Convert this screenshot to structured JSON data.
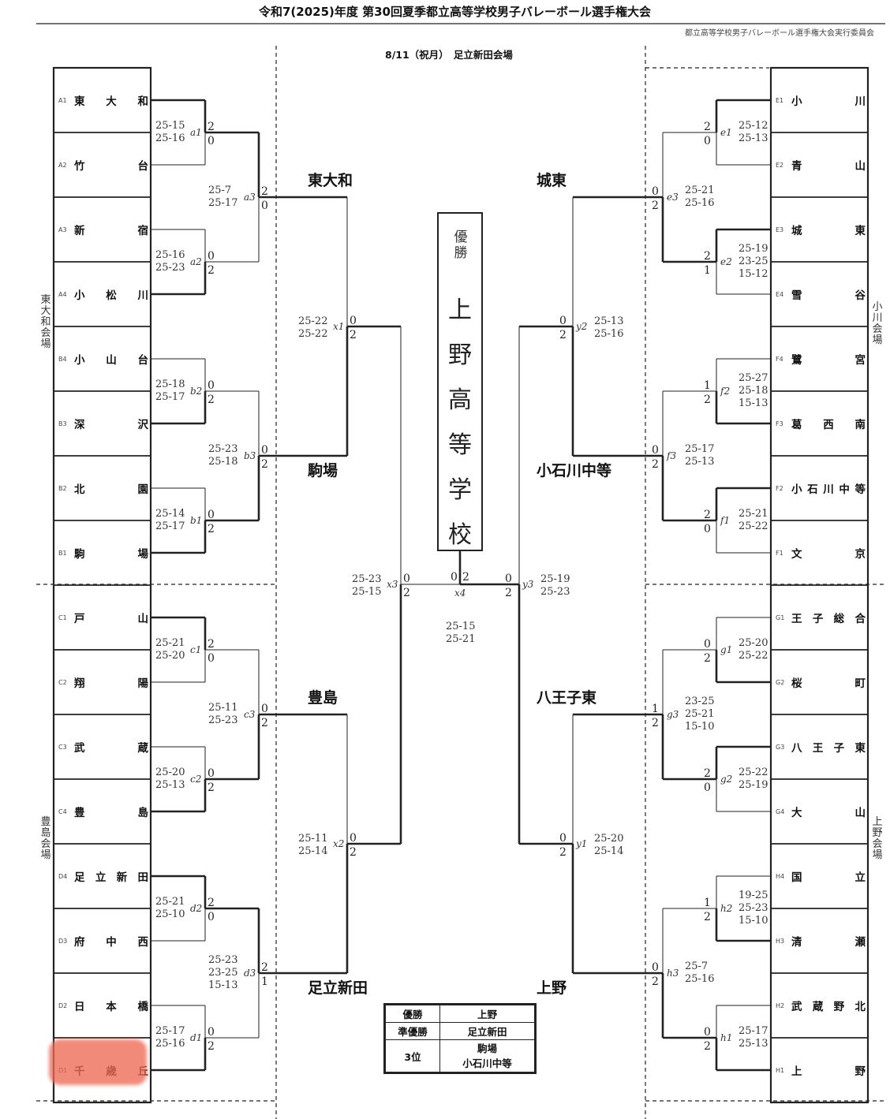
{
  "header": {
    "title": "令和7(2025)年度 第30回夏季都立高等学校男子バレーボール選手権大会",
    "organizer": "都立高等学校男子バレーボール選手権大会実行委員会",
    "date_venue": "8/11（祝月）　足立新田会場"
  },
  "venues": {
    "left_top": "東大和会場",
    "left_bottom": "豊島会場",
    "right_top": "小川会場",
    "right_bottom": "上野会場"
  },
  "left_teams": [
    {
      "code": "A1",
      "name": "東大和"
    },
    {
      "code": "A2",
      "name": "竹台"
    },
    {
      "code": "A3",
      "name": "新宿"
    },
    {
      "code": "A4",
      "name": "小松川"
    },
    {
      "code": "B4",
      "name": "小山台"
    },
    {
      "code": "B3",
      "name": "深沢"
    },
    {
      "code": "B2",
      "name": "北園"
    },
    {
      "code": "B1",
      "name": "駒場"
    },
    {
      "code": "C1",
      "name": "戸山"
    },
    {
      "code": "C2",
      "name": "翔陽"
    },
    {
      "code": "C3",
      "name": "武蔵"
    },
    {
      "code": "C4",
      "name": "豊島"
    },
    {
      "code": "D4",
      "name": "足立新田"
    },
    {
      "code": "D3",
      "name": "府中西"
    },
    {
      "code": "D2",
      "name": "日本橋"
    },
    {
      "code": "D1",
      "name": "千歳丘"
    }
  ],
  "right_teams": [
    {
      "code": "E1",
      "name": "小川"
    },
    {
      "code": "E2",
      "name": "青山"
    },
    {
      "code": "E3",
      "name": "城東"
    },
    {
      "code": "E4",
      "name": "雪谷"
    },
    {
      "code": "F4",
      "name": "鷺宮"
    },
    {
      "code": "F3",
      "name": "葛西南"
    },
    {
      "code": "F2",
      "name": "小石川中等"
    },
    {
      "code": "F1",
      "name": "文京"
    },
    {
      "code": "G1",
      "name": "王子総合"
    },
    {
      "code": "G2",
      "name": "桜町"
    },
    {
      "code": "G3",
      "name": "八王子東"
    },
    {
      "code": "G4",
      "name": "大山"
    },
    {
      "code": "H4",
      "name": "国立"
    },
    {
      "code": "H3",
      "name": "清瀬"
    },
    {
      "code": "H2",
      "name": "武蔵野北"
    },
    {
      "code": "H1",
      "name": "上野"
    }
  ],
  "round1": [
    {
      "id": "a1",
      "sets": [
        "25-15",
        "25-16"
      ],
      "top": "2",
      "bottom": "0"
    },
    {
      "id": "a2",
      "sets": [
        "25-16",
        "25-23"
      ],
      "top": "0",
      "bottom": "2"
    },
    {
      "id": "b2",
      "sets": [
        "25-18",
        "25-17"
      ],
      "top": "0",
      "bottom": "2"
    },
    {
      "id": "b1",
      "sets": [
        "25-14",
        "25-17"
      ],
      "top": "0",
      "bottom": "2"
    },
    {
      "id": "c1",
      "sets": [
        "25-21",
        "25-20"
      ],
      "top": "2",
      "bottom": "0"
    },
    {
      "id": "c2",
      "sets": [
        "25-20",
        "25-13"
      ],
      "top": "0",
      "bottom": "2"
    },
    {
      "id": "d2",
      "sets": [
        "25-21",
        "25-10"
      ],
      "top": "2",
      "bottom": "0"
    },
    {
      "id": "d1",
      "sets": [
        "25-17",
        "25-16"
      ],
      "top": "0",
      "bottom": "2"
    },
    {
      "id": "e1",
      "sets": [
        "25-12",
        "25-13"
      ],
      "top": "2",
      "bottom": "0"
    },
    {
      "id": "e2",
      "sets": [
        "25-19",
        "23-25",
        "15-12"
      ],
      "top": "2",
      "bottom": "1"
    },
    {
      "id": "f2",
      "sets": [
        "25-27",
        "25-18",
        "15-13"
      ],
      "top": "1",
      "bottom": "2"
    },
    {
      "id": "f1",
      "sets": [
        "25-21",
        "25-22"
      ],
      "top": "2",
      "bottom": "0"
    },
    {
      "id": "g1",
      "sets": [
        "25-20",
        "25-22"
      ],
      "top": "0",
      "bottom": "2"
    },
    {
      "id": "g2",
      "sets": [
        "25-22",
        "25-19"
      ],
      "top": "2",
      "bottom": "0"
    },
    {
      "id": "h2",
      "sets": [
        "19-25",
        "25-23",
        "15-10"
      ],
      "top": "1",
      "bottom": "2"
    },
    {
      "id": "h1",
      "sets": [
        "25-17",
        "25-13"
      ],
      "top": "0",
      "bottom": "2"
    }
  ],
  "round2": [
    {
      "id": "a3",
      "sets": [
        "25-7",
        "25-17"
      ],
      "top": "2",
      "bottom": "0"
    },
    {
      "id": "b3",
      "sets": [
        "25-23",
        "25-18"
      ],
      "top": "0",
      "bottom": "2"
    },
    {
      "id": "c3",
      "sets": [
        "25-11",
        "25-23"
      ],
      "top": "0",
      "bottom": "2"
    },
    {
      "id": "d3",
      "sets": [
        "25-23",
        "23-25",
        "15-13"
      ],
      "top": "2",
      "bottom": "1"
    },
    {
      "id": "e3",
      "sets": [
        "25-21",
        "25-16"
      ],
      "top": "0",
      "bottom": "2"
    },
    {
      "id": "f3",
      "sets": [
        "25-17",
        "25-13"
      ],
      "top": "0",
      "bottom": "2"
    },
    {
      "id": "g3",
      "sets": [
        "23-25",
        "25-21",
        "15-10"
      ],
      "top": "1",
      "bottom": "2"
    },
    {
      "id": "h3",
      "sets": [
        "25-7",
        "25-16"
      ],
      "top": "0",
      "bottom": "2"
    }
  ],
  "round2_winners": [
    "東大和",
    "駒場",
    "豊島",
    "足立新田",
    "城東",
    "小石川中等",
    "八王子東",
    "上野"
  ],
  "round3": [
    {
      "id": "x1",
      "sets": [
        "25-22",
        "25-22"
      ],
      "top": "0",
      "bottom": "2"
    },
    {
      "id": "x2",
      "sets": [
        "25-11",
        "25-14"
      ],
      "top": "0",
      "bottom": "2"
    },
    {
      "id": "y2",
      "sets": [
        "25-13",
        "25-16"
      ],
      "top": "0",
      "bottom": "2"
    },
    {
      "id": "y1",
      "sets": [
        "25-20",
        "25-14"
      ],
      "top": "0",
      "bottom": "2"
    }
  ],
  "semis": [
    {
      "id": "x3",
      "sets": [
        "25-23",
        "25-15"
      ],
      "top": "0",
      "bottom": "2"
    },
    {
      "id": "y3",
      "sets": [
        "25-19",
        "25-23"
      ],
      "top": "0",
      "bottom": "2"
    }
  ],
  "final": {
    "id": "x4",
    "sets": [
      "25-15",
      "25-21"
    ],
    "left": "0",
    "right": "2"
  },
  "champion": {
    "label": "優勝",
    "name": "上野高等学校"
  },
  "results_table": [
    {
      "rank": "優勝",
      "team": "上野"
    },
    {
      "rank": "準優勝",
      "team": "足立新田"
    },
    {
      "rank": "3位",
      "team": "駒場",
      "team2": "小石川中等"
    }
  ]
}
